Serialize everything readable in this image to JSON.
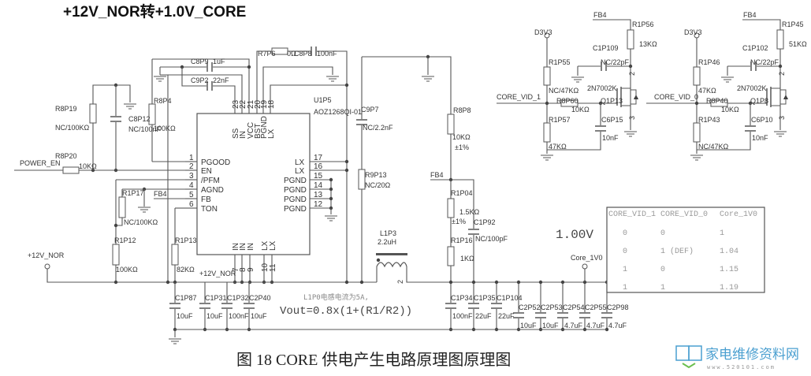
{
  "title": "+12V_NOR转+1.0V_CORE",
  "ic": {
    "ref": "U1P5",
    "part": "AOZ1268QI-01",
    "left_pins": [
      {
        "num": "1",
        "name": "PGOOD"
      },
      {
        "num": "2",
        "name": "EN"
      },
      {
        "num": "3",
        "name": "/PFM"
      },
      {
        "num": "4",
        "name": "AGND"
      },
      {
        "num": "5",
        "name": "FB"
      },
      {
        "num": "6",
        "name": "TON"
      }
    ],
    "right_pins": [
      {
        "num": "17",
        "name": "LX"
      },
      {
        "num": "16",
        "name": "LX"
      },
      {
        "num": "15",
        "name": "PGND"
      },
      {
        "num": "14",
        "name": "PGND"
      },
      {
        "num": "13",
        "name": "PGND"
      },
      {
        "num": "12",
        "name": "PGND"
      }
    ],
    "top_pins": [
      {
        "num": "23",
        "name": "SS"
      },
      {
        "num": "22",
        "name": "IN"
      },
      {
        "num": "21",
        "name": "VCC"
      },
      {
        "num": "20",
        "name": "BST"
      },
      {
        "num": "19",
        "name": "PGND"
      },
      {
        "num": "18",
        "name": "LX"
      }
    ],
    "bottom_pins": [
      {
        "num": "7",
        "name": "IN"
      },
      {
        "num": "8",
        "name": "IN"
      },
      {
        "num": "9",
        "name": "IN"
      },
      {
        "num": "10",
        "name": "LX"
      },
      {
        "num": "11",
        "name": "LX"
      }
    ]
  },
  "components": {
    "r8p19": {
      "ref": "R8P19",
      "value": "NC/100KΩ"
    },
    "c8p12": {
      "ref": "C8P12",
      "value": "NC/100nF"
    },
    "r8p4": {
      "ref": "R8P4",
      "value": "100KΩ"
    },
    "r8p20": {
      "ref": "R8P20",
      "value": "10KΩ"
    },
    "c8p9": {
      "ref": "C8P9",
      "value": "1uF"
    },
    "c9p2": {
      "ref": "C9P2",
      "value": "22nF"
    },
    "r7p6": {
      "ref": "R7P6",
      "value": "0Ω"
    },
    "c8p8": {
      "ref": "C8P8",
      "value": "100nF"
    },
    "c9p7": {
      "ref": "C9P7",
      "value": "NC/2.2nF"
    },
    "r9p13": {
      "ref": "R9P13",
      "value": "NC/20Ω"
    },
    "r1p17": {
      "ref": "R1P17",
      "value": "NC/100KΩ"
    },
    "r1p12": {
      "ref": "R1P12",
      "value": "100KΩ"
    },
    "r1p13": {
      "ref": "R1P13",
      "value": "82KΩ"
    },
    "l1p3": {
      "ref": "L1P3",
      "value": "2.2uH"
    },
    "r8p8": {
      "ref": "R8P8",
      "value": "10KΩ",
      "tol": "±1%"
    },
    "r1p04": {
      "ref": "R1P04",
      "value": "1.5KΩ",
      "tol": "±1%"
    },
    "c1p92": {
      "ref": "C1P92",
      "value": "NC/100pF"
    },
    "r1p16": {
      "ref": "R1P16",
      "value": "1KΩ"
    },
    "input_caps": [
      {
        "ref": "C1P87",
        "value": "10uF"
      },
      {
        "ref": "C1P31",
        "value": "10uF"
      },
      {
        "ref": "C1P32",
        "value": "100nF"
      },
      {
        "ref": "C2P40",
        "value": "10uF"
      }
    ],
    "output_caps": [
      {
        "ref": "C1P34",
        "value": "100nF"
      },
      {
        "ref": "C1P35",
        "value": "22uF"
      },
      {
        "ref": "C1P104",
        "value": "22uF"
      },
      {
        "ref": "C2P52",
        "value": "10uF"
      },
      {
        "ref": "C2P53",
        "value": "10uF"
      },
      {
        "ref": "C2P54",
        "value": "4.7uF"
      },
      {
        "ref": "C2P55",
        "value": "4.7uF"
      },
      {
        "ref": "C2P98",
        "value": "4.7uF"
      }
    ]
  },
  "nets": {
    "power_en": "POWER_EN",
    "v12": "+12V_NOR",
    "fb4": "FB4",
    "d3v3": "D3V3",
    "core_1v0": "Core_1V0",
    "inductor_pin": "2"
  },
  "vid_circuits": [
    {
      "signal": "CORE_VID_1",
      "r_top": {
        "ref": "R1P55",
        "value": "NC/47KΩ"
      },
      "r_series": {
        "ref": "R8P60",
        "value": "10KΩ"
      },
      "r_bot": {
        "ref": "R1P57",
        "value": "47KΩ"
      },
      "cap": {
        "ref": "C6P15",
        "value": "10nF"
      },
      "cap_fb": {
        "ref": "C1P109",
        "value": "NC/22pF"
      },
      "r_fb": {
        "ref": "R1P56",
        "value": "13KΩ"
      },
      "fet": {
        "ref": "Q1P13",
        "part": "2N7002K"
      }
    },
    {
      "signal": "CORE_VID_0",
      "r_top": {
        "ref": "R1P46",
        "value": "47KΩ"
      },
      "r_series": {
        "ref": "R8P40",
        "value": "10KΩ"
      },
      "r_bot": {
        "ref": "R1P43",
        "value": "NC/47KΩ"
      },
      "cap": {
        "ref": "C6P10",
        "value": "10nF"
      },
      "cap_fb": {
        "ref": "C1P102",
        "value": "NC/22pF"
      },
      "r_fb": {
        "ref": "R1P45",
        "value": "51KΩ"
      },
      "fet": {
        "ref": "Q1P8",
        "part": "2N7002K"
      }
    }
  ],
  "notes": {
    "current": "L1P0电感电流为5A,",
    "formula": "Vout=0.8x(1+(R1/R2))",
    "voltage": "1.00V"
  },
  "vid_table": {
    "headers": [
      "CORE_VID_1",
      "CORE_VID_0",
      "Core_1V0"
    ],
    "rows": [
      [
        "0",
        "0",
        "1"
      ],
      [
        "0",
        "1 (DEF)",
        "1.04"
      ],
      [
        "1",
        "0",
        "1.15"
      ],
      [
        "1",
        "1",
        "1.19"
      ]
    ]
  },
  "caption": "图 18   CORE 供电产生电路原理图原理图",
  "watermark": {
    "name": "家电维修资料网",
    "url": "www.520101.com"
  },
  "colors": {
    "wire": "#555555",
    "logo": "#4a9fd0"
  }
}
